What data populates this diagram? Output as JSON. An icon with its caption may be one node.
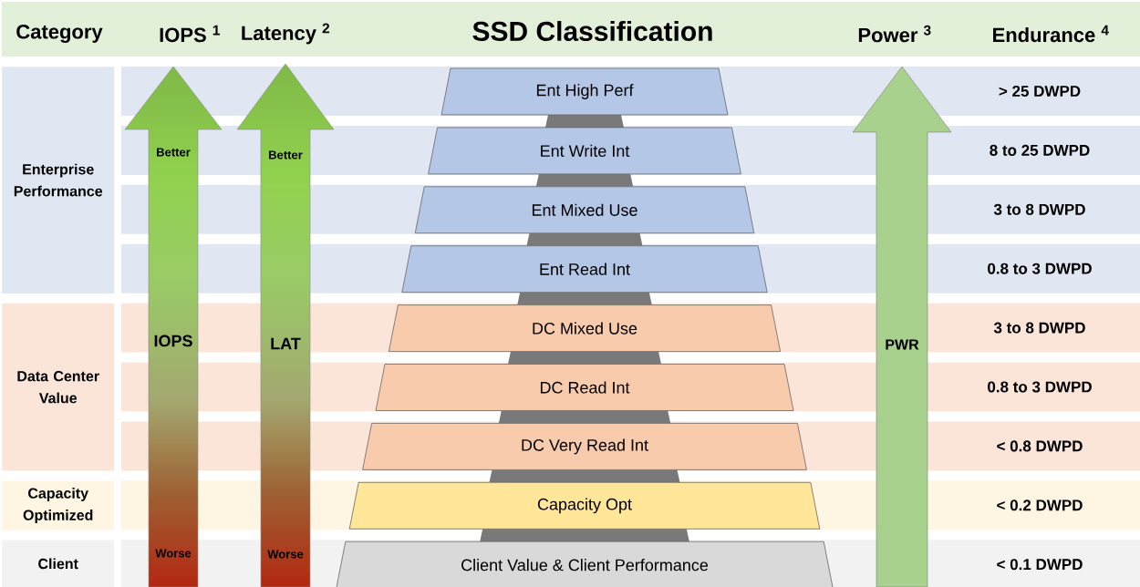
{
  "diagram": {
    "title": "SSD Classification",
    "nodes": [
      {
        "text": [
          "Enterprise Performance"
        ]
      },
      {
        "text": [
          "Data Center Value"
        ]
      },
      {
        "text": [
          "Capacity Optimized"
        ]
      },
      {
        "text": [
          "Client"
        ]
      },
      {
        "text": [
          "Better",
          "IOPS",
          "Worse"
        ]
      },
      {
        "text": [
          "Better",
          "LAT",
          "Worse"
        ]
      },
      {
        "text": [
          "Ent High Perf"
        ]
      },
      {
        "text": [
          "Ent Write Int"
        ]
      },
      {
        "text": [
          "Ent Mixed Use"
        ]
      },
      {
        "text": [
          "Ent Read Int"
        ]
      },
      {
        "text": [
          "DC Mixed Use"
        ]
      },
      {
        "text": [
          "DC Read Int"
        ]
      },
      {
        "text": [
          "DC Very Read Int"
        ]
      },
      {
        "text": [
          "Capacity Opt"
        ]
      },
      {
        "text": [
          "Client Value & Client Performance"
        ]
      },
      {
        "text": [
          "PWR"
        ]
      }
    ],
    "labels": [
      "Category",
      "IOPS $^{1}$",
      "Latency $^{2}$",
      "Power $^{3}$",
      "Endurance $^{4}$",
      "> 25 DWPD",
      "8 to 25 DWPD",
      "3 to 8 DWPD",
      "0.8 to 3 DWPD",
      "3 to 8 DWPD",
      "0.8 to 3 DWPD",
      "< 0.8 DWPD",
      "< 0.2 DWPD",
      "< 0.1 DWPD"
    ]
  }
}
